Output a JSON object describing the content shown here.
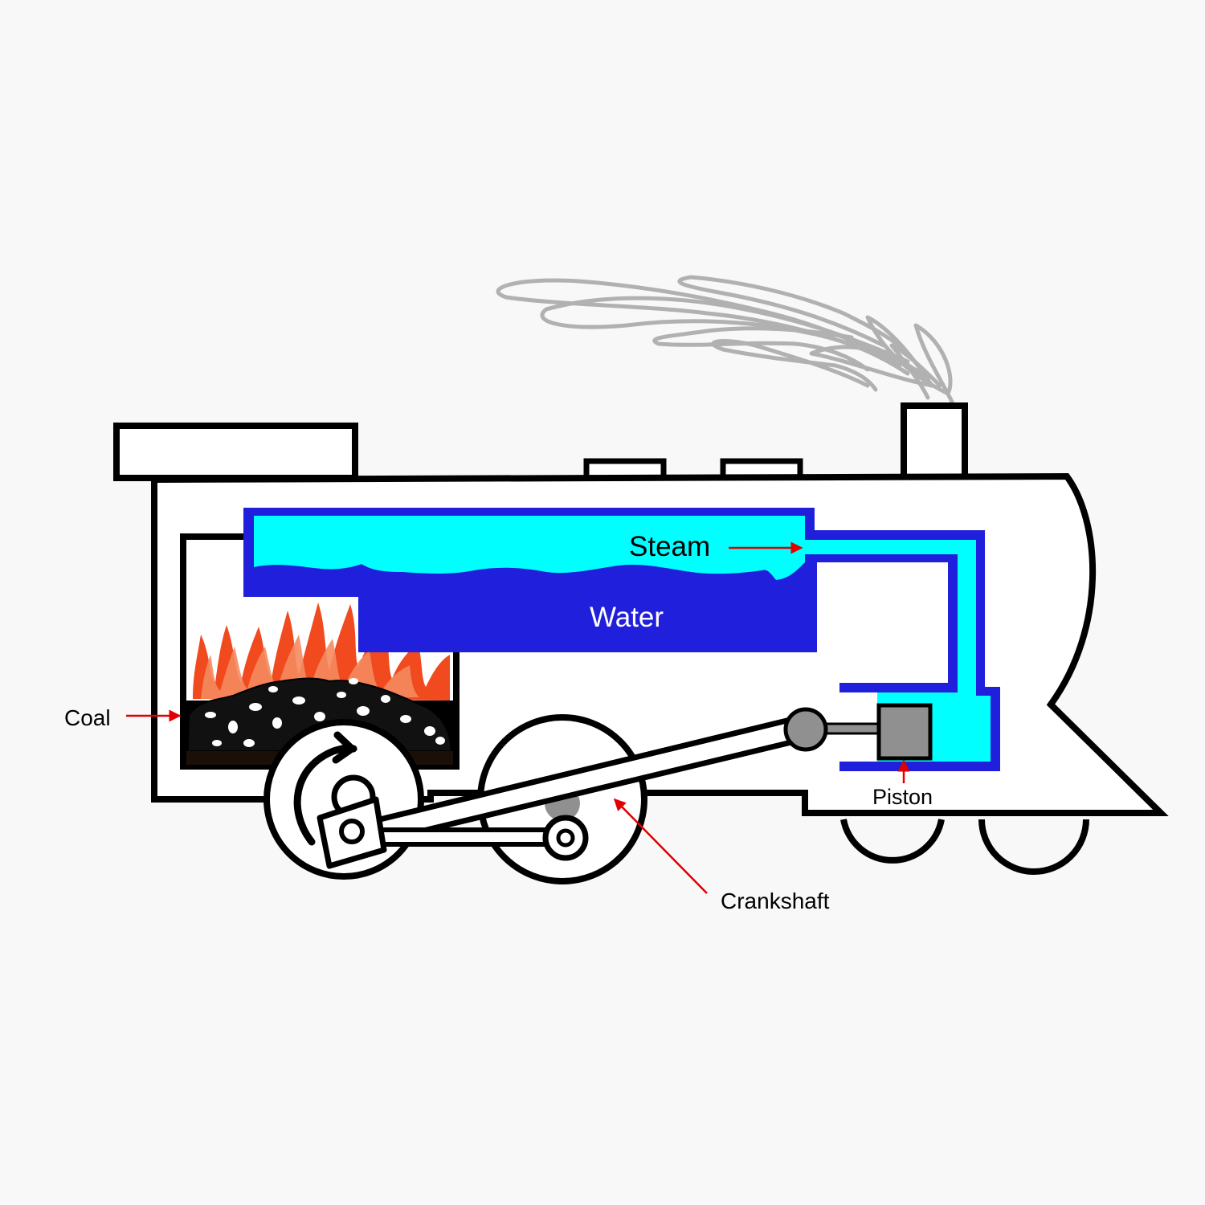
{
  "labels": {
    "steam": "Steam",
    "water": "Water",
    "coal": "Coal",
    "piston": "Piston",
    "crankshaft": "Crankshaft"
  },
  "colors": {
    "background": "#f8f8f8",
    "outline": "#000000",
    "water": "#2020dc",
    "steam": "#00ffff",
    "arrow": "#e00000",
    "fire_outer": "#f05020",
    "fire_inner": "#f07a50",
    "metal": "#909090",
    "smoke": "#aaaaaa"
  },
  "icons": [
    "rotation-arrow-icon"
  ]
}
